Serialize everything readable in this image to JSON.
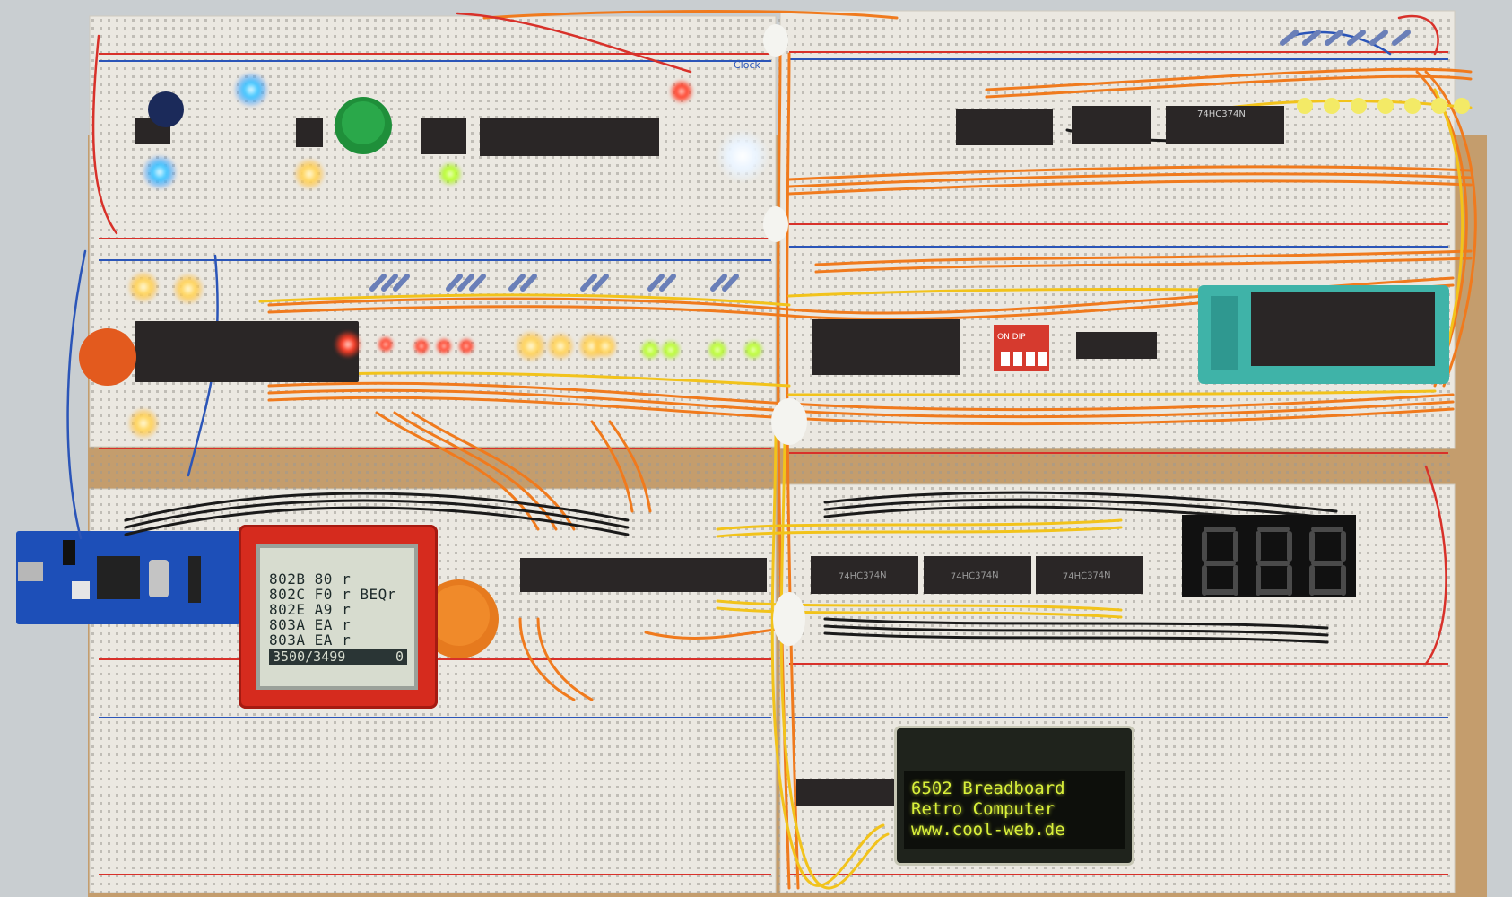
{
  "nokia_lcd": {
    "lines": [
      "802B 80 r",
      "802C F0 r BEQr",
      "802E A9 r",
      "803A EA r",
      "803A EA r"
    ],
    "status_left": "3500/3499",
    "status_right": "0"
  },
  "char_lcd": {
    "line1": "6502 Breadboard",
    "line2": "Retro Computer",
    "line3": "www.cool-web.de"
  },
  "ic_labels": {
    "top_right": "74HC374N",
    "bottom_1": "74HC374N",
    "bottom_2": "74HC374N",
    "bottom_3": "74HC374N"
  },
  "dip_switch": {
    "label": "ON DIP"
  },
  "clock_label": "Clock",
  "seven_segment": {
    "digits": 3
  },
  "colors": {
    "board": "#e9e6df",
    "rail_red": "#d8312a",
    "rail_blue": "#2b55b8",
    "wire_orange": "#f07a1d",
    "wire_yellow": "#f2c31b",
    "wire_black": "#1a1a1a",
    "ic": "#2a2626",
    "zif_socket": "#3fb3a8"
  }
}
